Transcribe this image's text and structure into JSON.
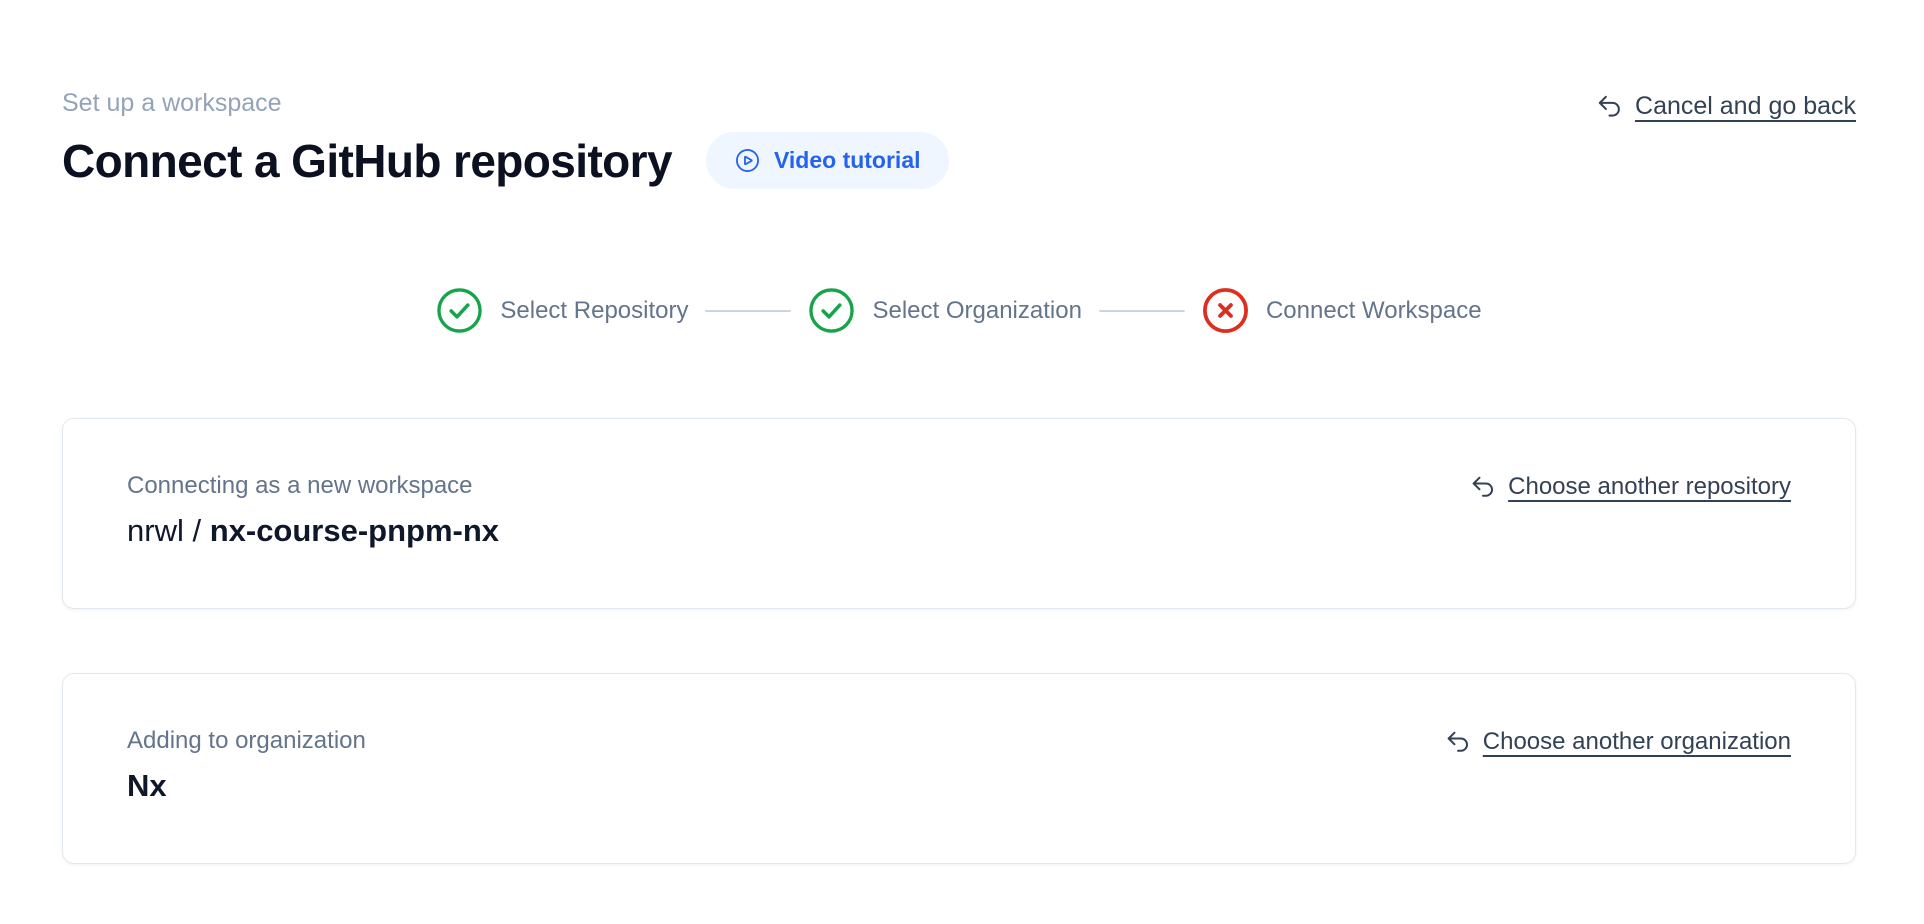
{
  "page": {
    "eyebrow": "Set up a workspace",
    "title": "Connect a GitHub repository",
    "video_tutorial_label": "Video tutorial",
    "cancel_label": "Cancel and go back"
  },
  "stepper": {
    "steps": [
      {
        "label": "Select Repository",
        "status": "complete",
        "icon": "check-circle-icon"
      },
      {
        "label": "Select Organization",
        "status": "complete",
        "icon": "check-circle-icon"
      },
      {
        "label": "Connect Workspace",
        "status": "error",
        "icon": "x-circle-icon"
      }
    ]
  },
  "repository_card": {
    "label": "Connecting as a new workspace",
    "owner": "nrwl / ",
    "repo": "nx-course-pnpm-nx",
    "change_link": "Choose another repository"
  },
  "organization_card": {
    "label": "Adding to organization",
    "name": "Nx",
    "change_link": "Choose another organization"
  },
  "colors": {
    "accent_blue": "#2563eb",
    "accent_blue_bg": "#eff6ff",
    "success_green": "#16a34a",
    "error_red": "#dc2f1f",
    "muted_text": "#64748b",
    "faint_text": "#94a3b8",
    "link_text": "#334155",
    "heading_text": "#0b1120",
    "card_border": "#e2e8f0",
    "connector": "#cbd5e1"
  }
}
